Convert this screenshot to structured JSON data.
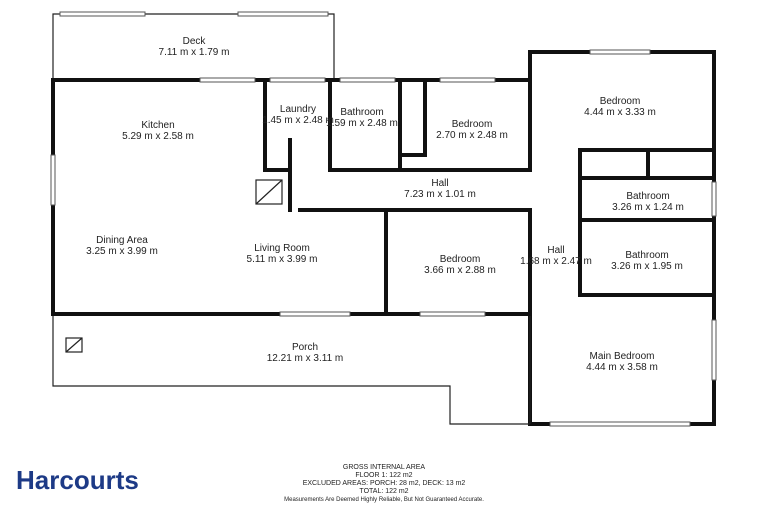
{
  "rooms": {
    "deck": {
      "name": "Deck",
      "dims": "7.11 m x 1.79 m"
    },
    "kitchen": {
      "name": "Kitchen",
      "dims": "5.29 m x 2.58 m"
    },
    "laundry": {
      "name": "Laundry",
      "dims": "1.45 m x 2.48 m"
    },
    "bathroom1": {
      "name": "Bathroom",
      "dims": "1.59 m x 2.48 m"
    },
    "bedroom1": {
      "name": "Bedroom",
      "dims": "2.70 m x 2.48 m"
    },
    "bedroom2": {
      "name": "Bedroom",
      "dims": "4.44 m x 3.33 m"
    },
    "hall1": {
      "name": "Hall",
      "dims": "7.23 m x 1.01 m"
    },
    "bathroom2": {
      "name": "Bathroom",
      "dims": "3.26 m x 1.24 m"
    },
    "dining": {
      "name": "Dining Area",
      "dims": "3.25 m x 3.99 m"
    },
    "living": {
      "name": "Living Room",
      "dims": "5.11 m x 3.99 m"
    },
    "bedroom3": {
      "name": "Bedroom",
      "dims": "3.66 m x 2.88 m"
    },
    "hall2": {
      "name": "Hall",
      "dims": "1.68 m x 2.47 m"
    },
    "bathroom3": {
      "name": "Bathroom",
      "dims": "3.26 m x 1.95 m"
    },
    "porch": {
      "name": "Porch",
      "dims": "12.21 m x 3.11 m"
    },
    "main_bedroom": {
      "name": "Main Bedroom",
      "dims": "4.44 m x 3.58 m"
    }
  },
  "brand": {
    "name": "Harcourts"
  },
  "area_info": {
    "title": "GROSS INTERNAL AREA",
    "floor": "FLOOR 1: 122 m2",
    "excluded": "EXCLUDED AREAS: PORCH: 28 m2, DECK: 13 m2",
    "total": "TOTAL: 122 m2",
    "disclaimer": "Measurements Are Deemed Highly Reliable, But Not Guaranteed Accurate."
  }
}
